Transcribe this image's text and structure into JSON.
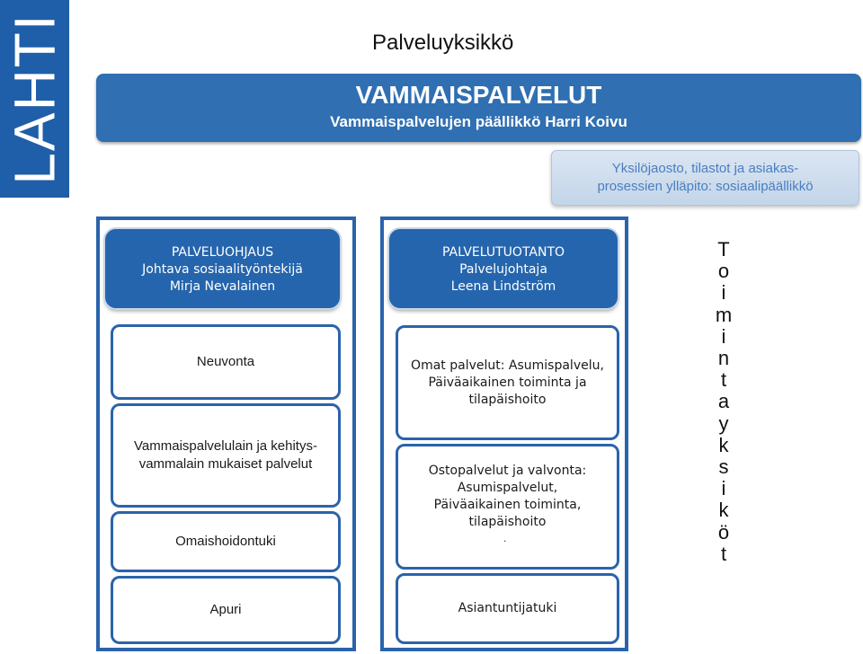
{
  "logo": {
    "text": "LAHTI",
    "color": "#1f5ea8"
  },
  "page_title": "Palveluyksikkö",
  "header": {
    "title": "VAMMAISPALVELUT",
    "subtitle": "Vammaispalvelujen päällikkö Harri Koivu"
  },
  "stats_box": {
    "line1": "Yksilöjaosto, tilastot ja asiakas-",
    "line2": "prosessien ylläpito: sosiaalipäällikkö"
  },
  "left_column": {
    "heading": {
      "line1": "PALVELUOHJAUS",
      "line2": "Johtava sosiaalityöntekijä",
      "line3": "Mirja Nevalainen"
    },
    "services": {
      "neuvonta": "Neuvonta",
      "vammais_line1": "Vammaispalvelulain ja kehitys-",
      "vammais_line2": "vammalain mukaiset palvelut",
      "omais": "Omaishoidontuki",
      "apuri": "Apuri"
    }
  },
  "middle_column": {
    "heading": {
      "line1": "PALVELUTUOTANTO",
      "line2": "Palvelujohtaja",
      "line3": "Leena Lindström"
    },
    "services": {
      "omat_line1": "Omat palvelut: Asumispalvelu,",
      "omat_line2": "Päiväaikainen toiminta ja",
      "omat_line3": "tilapäishoito",
      "osto_line1": "Ostopalvelut ja valvonta:",
      "osto_line2": "Asumispalvelut,",
      "osto_line3": "Päiväaikainen toiminta,",
      "osto_line4": "tilapäishoito",
      "osto_dot": ".",
      "asiantuntija": "Asiantuntijatuki"
    }
  },
  "vertical_word": [
    "T",
    "o",
    "i",
    "m",
    "i",
    "n",
    "t",
    "a",
    "y",
    "k",
    "s",
    "i",
    "k",
    "ö",
    "t"
  ],
  "colors": {
    "primary_blue": "#2b63ab",
    "header_blue": "#2f6fb2",
    "stats_text": "#4a7ec1"
  }
}
